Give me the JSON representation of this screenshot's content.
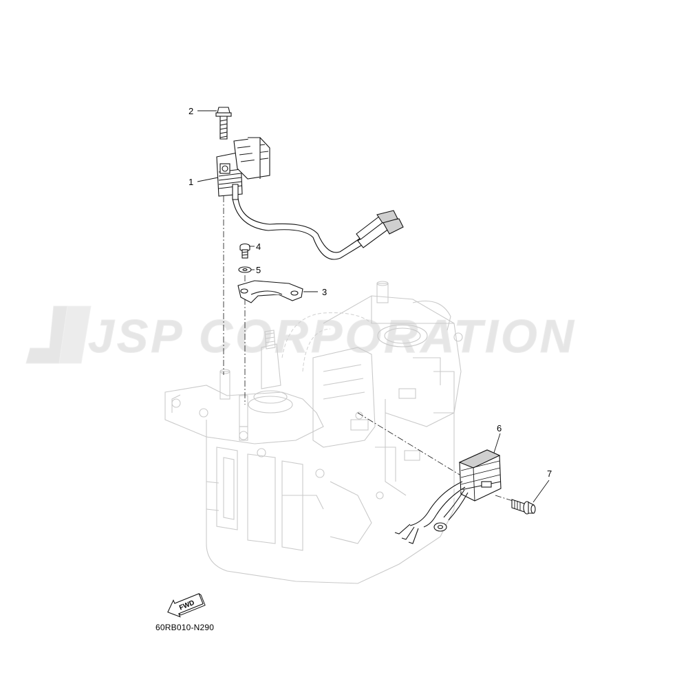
{
  "diagram": {
    "watermark_text": "JSP CORPORATION",
    "callouts": [
      {
        "id": "1",
        "label": "1"
      },
      {
        "id": "2",
        "label": "2"
      },
      {
        "id": "3",
        "label": "3"
      },
      {
        "id": "4",
        "label": "4"
      },
      {
        "id": "5",
        "label": "5"
      },
      {
        "id": "6",
        "label": "6"
      },
      {
        "id": "7",
        "label": "7"
      }
    ],
    "fwd_label": "FWD",
    "part_code": "60RB010-N290"
  }
}
